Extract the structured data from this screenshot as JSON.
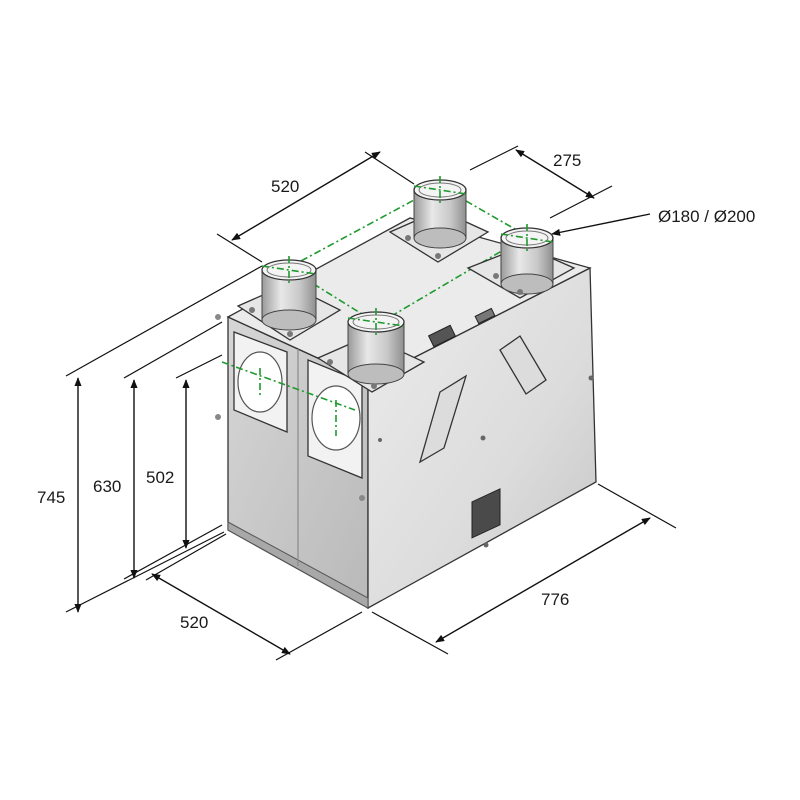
{
  "dimensions": {
    "top_width": "520",
    "top_spacing": "275",
    "duct_diameter": "Ø180 / Ø200",
    "height_total": "745",
    "height_body": "630",
    "height_ports": "502",
    "bottom_width": "520",
    "bottom_depth": "776"
  },
  "colors": {
    "line": "#111111",
    "axis": "#1f9a2e",
    "panel_front": "#c9c9c9",
    "panel_side": "#e2e2e2",
    "panel_top": "#e9e9e9"
  }
}
